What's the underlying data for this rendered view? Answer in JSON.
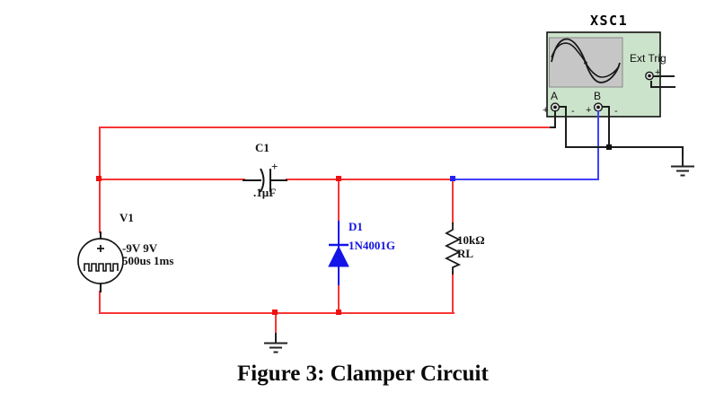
{
  "oscilloscope": {
    "name": "XSC1",
    "ext_trig_label": "Ext Trig",
    "ext_trig_plus": "+",
    "channel_a": {
      "label": "A",
      "plus": "+",
      "minus": "-"
    },
    "channel_b": {
      "label": "B",
      "plus": "+",
      "minus": "-"
    }
  },
  "components": {
    "capacitor": {
      "ref": "C1",
      "value": ".1µF",
      "polarity": "+"
    },
    "source": {
      "ref": "V1",
      "value_line1": "-9V 9V",
      "value_line2": "500us 1ms"
    },
    "diode": {
      "ref": "D1",
      "value": "1N4001G"
    },
    "resistor": {
      "value": "10kΩ",
      "ref": "RL"
    }
  },
  "caption": "Figure 3: Clamper Circuit",
  "colors": {
    "wire_red": "#f93535",
    "wire_blue": "#4040ff",
    "wire_black": "#1c1c1c",
    "diode_blue": "#1414e8",
    "scope_body": "#cbe3cb",
    "scope_screen": "#c6c6c6"
  }
}
